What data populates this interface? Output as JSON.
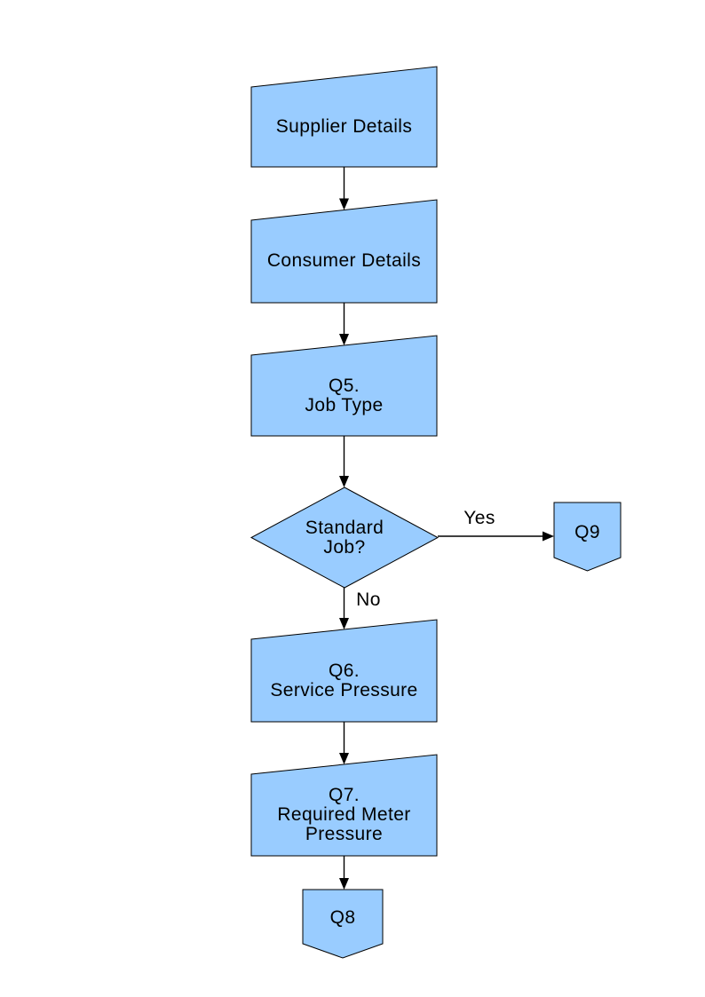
{
  "colors": {
    "node_fill": "#99CCFF",
    "node_border": "#000000",
    "connector": "#000000",
    "text": "#000000",
    "background": "#FFFFFF"
  },
  "nodes": {
    "supplier": {
      "label": "Supplier Details",
      "shape": "manual-input"
    },
    "consumer": {
      "label": "Consumer Details",
      "shape": "manual-input"
    },
    "q5": {
      "label": "Q5.\nJob Type",
      "shape": "manual-input"
    },
    "standard_job": {
      "label": "Standard\nJob?",
      "shape": "decision"
    },
    "q9": {
      "label": "Q9",
      "shape": "off-page-connector"
    },
    "q6": {
      "label": "Q6.\nService Pressure",
      "shape": "manual-input"
    },
    "q7": {
      "label": "Q7.\nRequired Meter\nPressure",
      "shape": "manual-input"
    },
    "q8": {
      "label": "Q8",
      "shape": "off-page-connector"
    }
  },
  "edges": {
    "supplier_to_consumer": {
      "from": "supplier",
      "to": "consumer"
    },
    "consumer_to_q5": {
      "from": "consumer",
      "to": "q5"
    },
    "q5_to_decision": {
      "from": "q5",
      "to": "standard_job"
    },
    "yes": {
      "label": "Yes",
      "from": "standard_job",
      "to": "q9"
    },
    "no": {
      "label": "No",
      "from": "standard_job",
      "to": "q6"
    },
    "q6_to_q7": {
      "from": "q6",
      "to": "q7"
    },
    "q7_to_q8": {
      "from": "q7",
      "to": "q8"
    }
  }
}
